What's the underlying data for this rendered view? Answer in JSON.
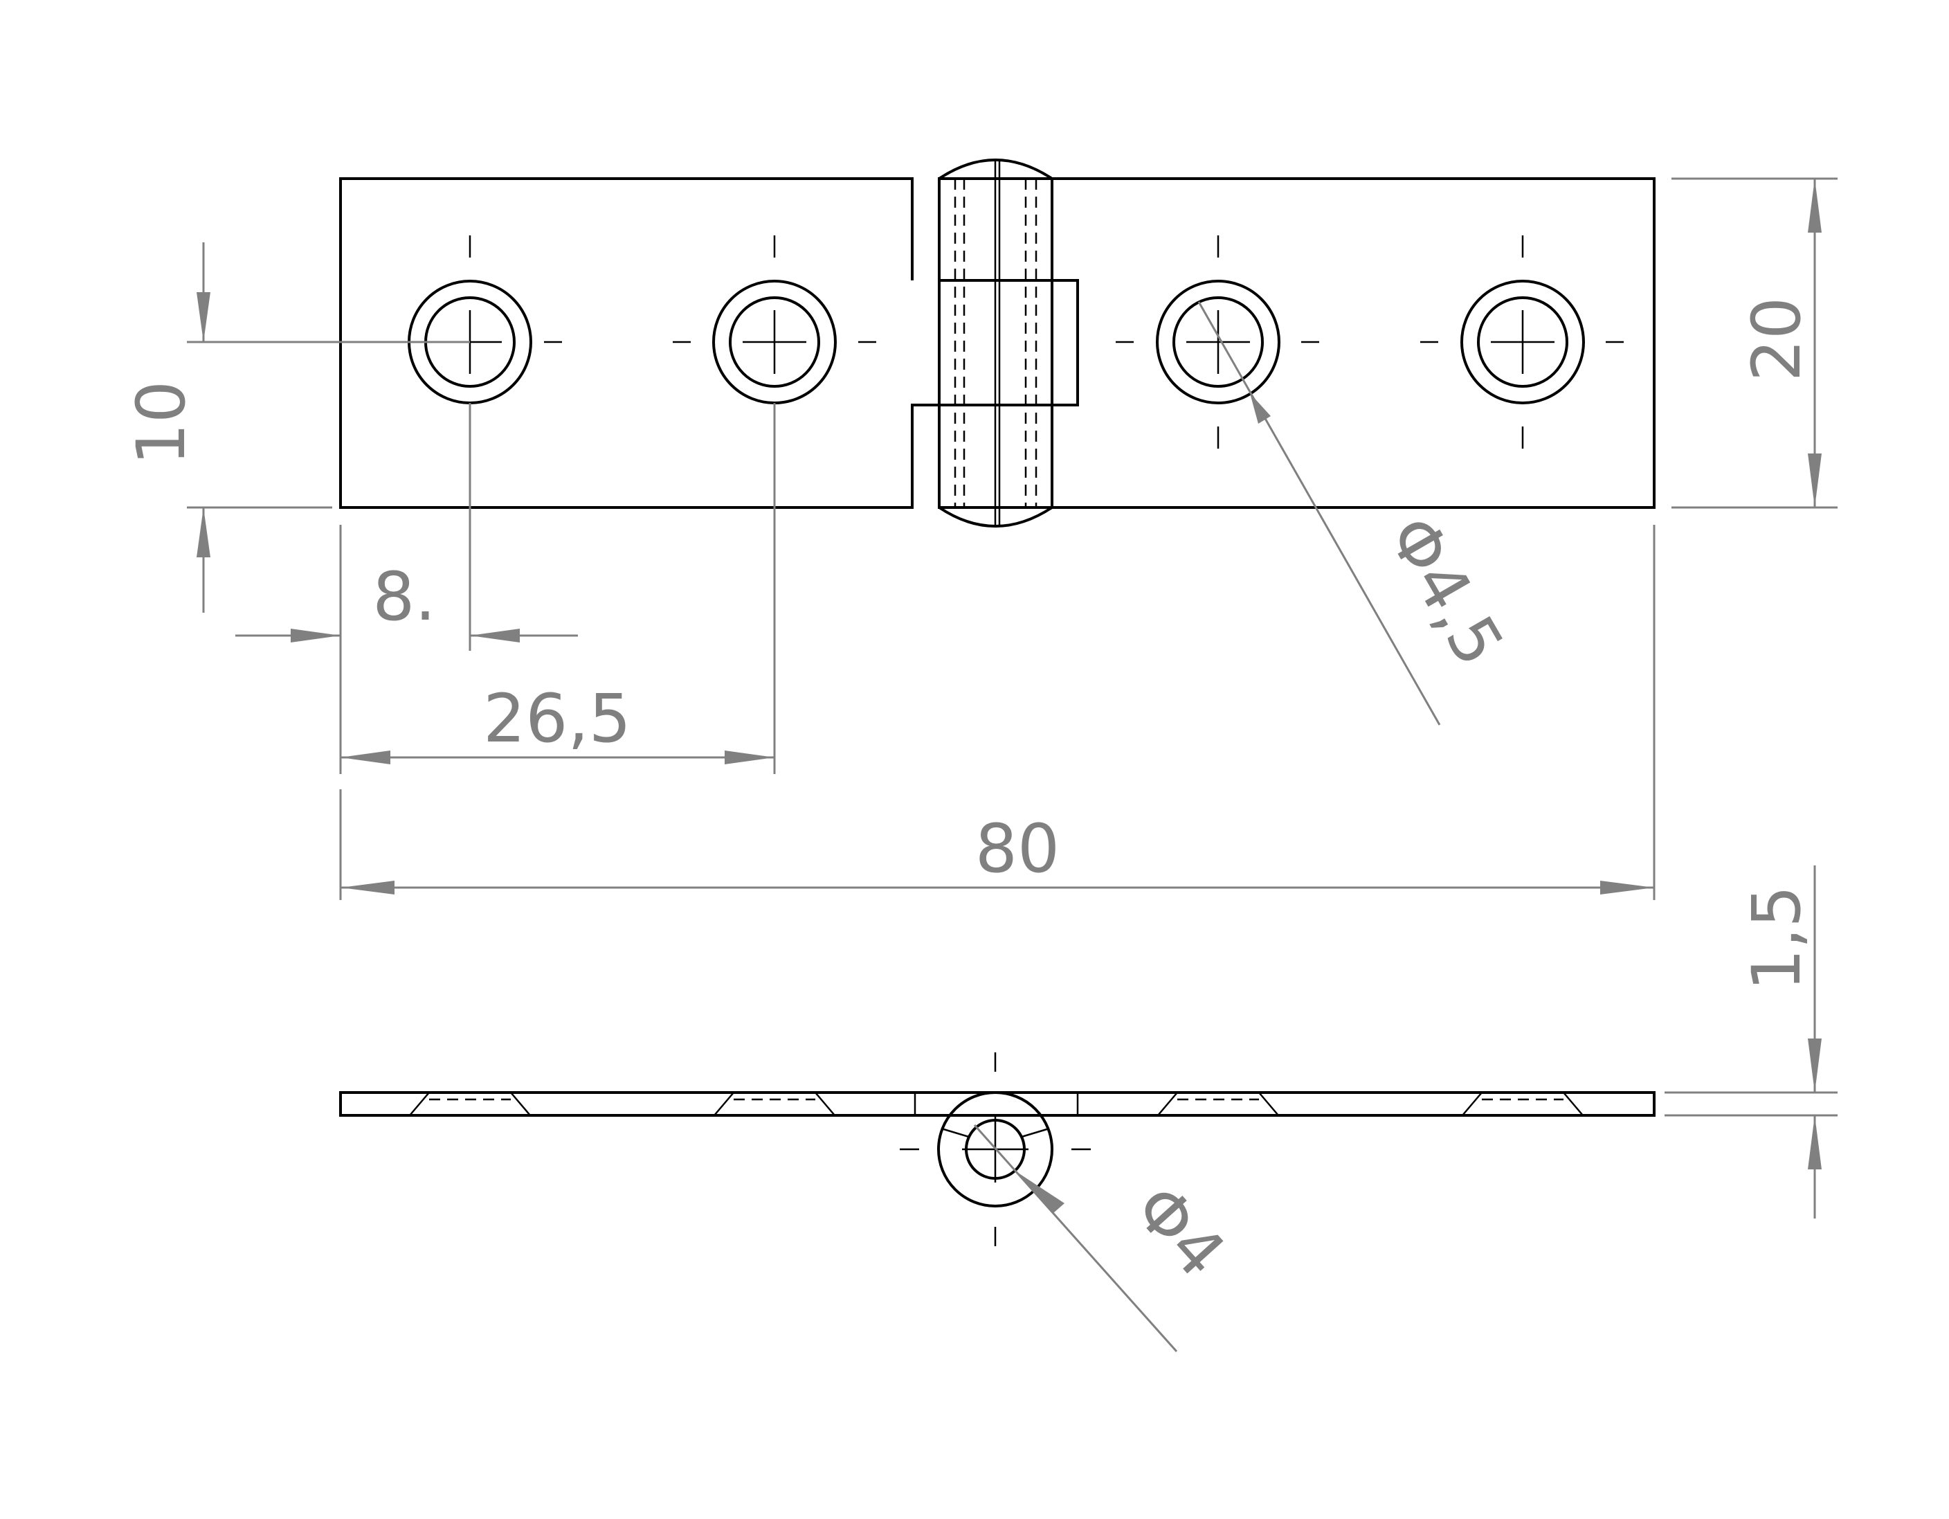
{
  "dimensions": {
    "height_hole_center": "10",
    "edge_to_first_hole": "8.",
    "edge_to_second_hole": "26,5",
    "overall_length": "80",
    "overall_width": "20",
    "thickness": "1,5",
    "hole_diameter": "Φ4,5",
    "pin_diameter": "Φ4"
  },
  "colors": {
    "part_lines": "#000000",
    "dimension_lines": "#808080",
    "background": "#ffffff"
  }
}
